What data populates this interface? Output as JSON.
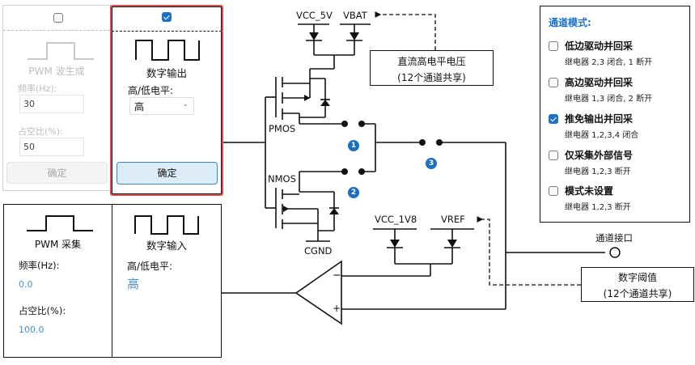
{
  "pwm_generate": {
    "enabled": false,
    "title": "PWM 波生成",
    "freq_label": "频率(Hz):",
    "freq_value": "30",
    "duty_label": "占空比(%):",
    "duty_value": "50",
    "confirm_label": "确定"
  },
  "digital_output": {
    "enabled": true,
    "title": "数字输出",
    "level_label": "高/低电平:",
    "level_selected": "高",
    "confirm_label": "确定",
    "highlight_color": "#d9534f"
  },
  "pwm_capture": {
    "title": "PWM 采集",
    "freq_label": "频率(Hz):",
    "freq_value": "0.0",
    "duty_label": "占空比(%):",
    "duty_value": "100.0"
  },
  "digital_input": {
    "title": "数字输入",
    "level_label": "高/低电平:",
    "level_value": "高"
  },
  "schematic": {
    "vcc_5v": "VCC_5V",
    "vbat": "VBAT",
    "pmos": "PMOS",
    "nmos": "NMOS",
    "cgnd": "CGND",
    "vcc_1v8": "VCC_1V8",
    "vref": "VREF",
    "opamp_minus": "−",
    "opamp_plus": "+",
    "channel_port": "通道接口",
    "relay_badges": [
      "1",
      "2",
      "3"
    ],
    "dc_high_box": {
      "line1": "直流高电平电压",
      "line2": "(12个通道共享)"
    },
    "threshold_box": {
      "line1": "数字阈值",
      "line2": "(12个通道共享)"
    }
  },
  "channel_mode": {
    "title": "通道模式:",
    "accent": "#1f6fc4",
    "options": [
      {
        "label": "低边驱动并回采",
        "desc": "继电器 2,3 闭合, 1 断开",
        "checked": false
      },
      {
        "label": "高边驱动并回采",
        "desc": "继电器 1,3 闭合, 2 断开",
        "checked": false
      },
      {
        "label": "推免输出并回采",
        "desc": "继电器 1,2,3,4 闭合",
        "checked": true
      },
      {
        "label": "仅采集外部信号",
        "desc": "继电器 1,2,3 断开",
        "checked": false
      },
      {
        "label": "模式未设置",
        "desc": "继电器 1,2,3 断开",
        "checked": false
      }
    ]
  }
}
